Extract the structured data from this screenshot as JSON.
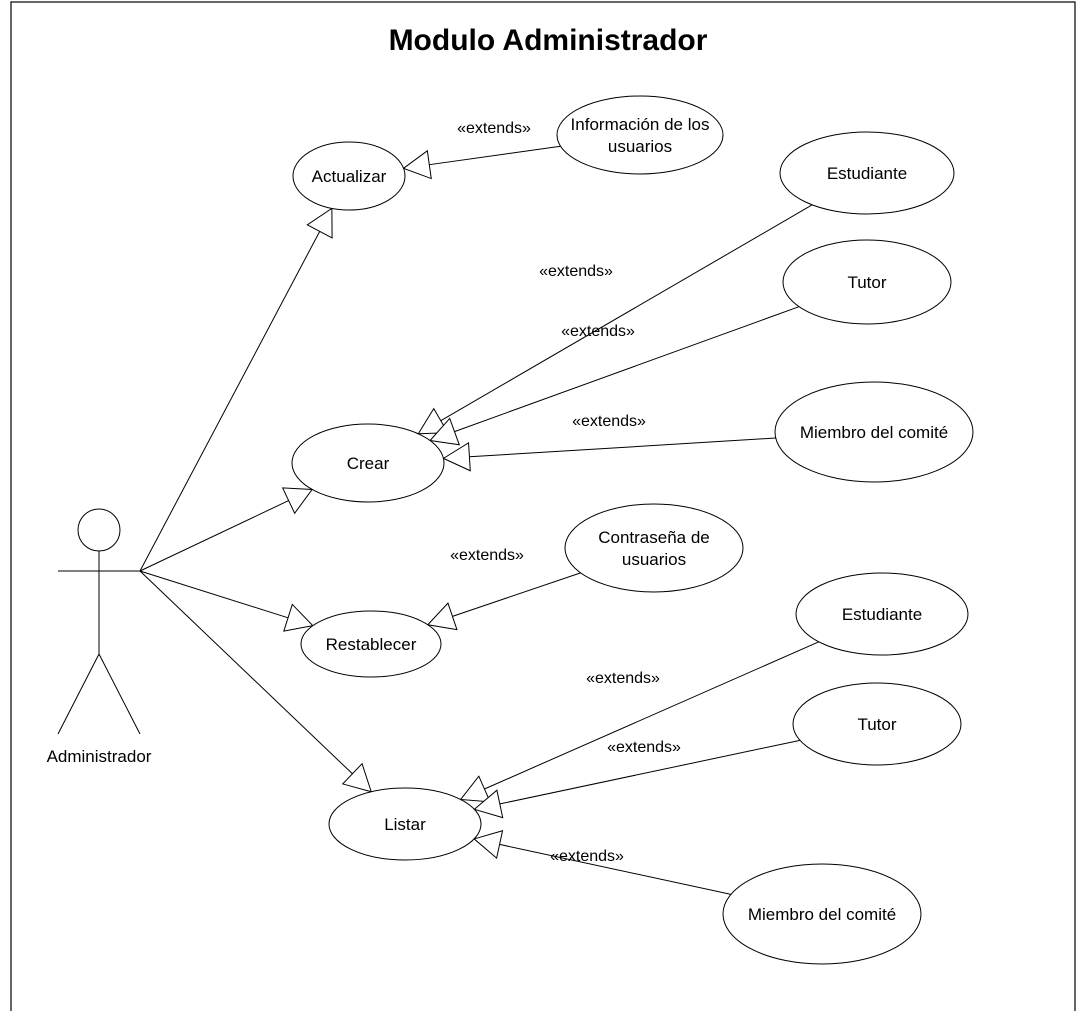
{
  "title": "Modulo Administrador",
  "actor": {
    "name": "Administrador"
  },
  "use_cases": [
    {
      "id": "actualizar",
      "label": [
        "Actualizar"
      ]
    },
    {
      "id": "crear",
      "label": [
        "Crear"
      ]
    },
    {
      "id": "restablecer",
      "label": [
        "Restablecer"
      ]
    },
    {
      "id": "listar",
      "label": [
        "Listar"
      ]
    },
    {
      "id": "info-usuarios",
      "label": [
        "Información de los",
        "usuarios"
      ]
    },
    {
      "id": "estudiante-1",
      "label": [
        "Estudiante"
      ]
    },
    {
      "id": "tutor-1",
      "label": [
        "Tutor"
      ]
    },
    {
      "id": "miembro-1",
      "label": [
        "Miembro del comité"
      ]
    },
    {
      "id": "contrasena",
      "label": [
        "Contraseña de",
        "usuarios"
      ]
    },
    {
      "id": "estudiante-2",
      "label": [
        "Estudiante"
      ]
    },
    {
      "id": "tutor-2",
      "label": [
        "Tutor"
      ]
    },
    {
      "id": "miembro-2",
      "label": [
        "Miembro del comité"
      ]
    }
  ],
  "associations": [
    {
      "from": "actor",
      "to": "actualizar"
    },
    {
      "from": "actor",
      "to": "crear"
    },
    {
      "from": "actor",
      "to": "restablecer"
    },
    {
      "from": "actor",
      "to": "listar"
    }
  ],
  "extends": [
    {
      "from": "info-usuarios",
      "to": "actualizar",
      "label": "«extends»"
    },
    {
      "from": "estudiante-1",
      "to": "crear",
      "label": "«extends»"
    },
    {
      "from": "tutor-1",
      "to": "crear",
      "label": "«extends»"
    },
    {
      "from": "miembro-1",
      "to": "crear",
      "label": "«extends»"
    },
    {
      "from": "contrasena",
      "to": "restablecer",
      "label": "«extends»"
    },
    {
      "from": "estudiante-2",
      "to": "listar",
      "label": "«extends»"
    },
    {
      "from": "tutor-2",
      "to": "listar",
      "label": "«extends»"
    },
    {
      "from": "miembro-2",
      "to": "listar",
      "label": "«extends»"
    }
  ]
}
